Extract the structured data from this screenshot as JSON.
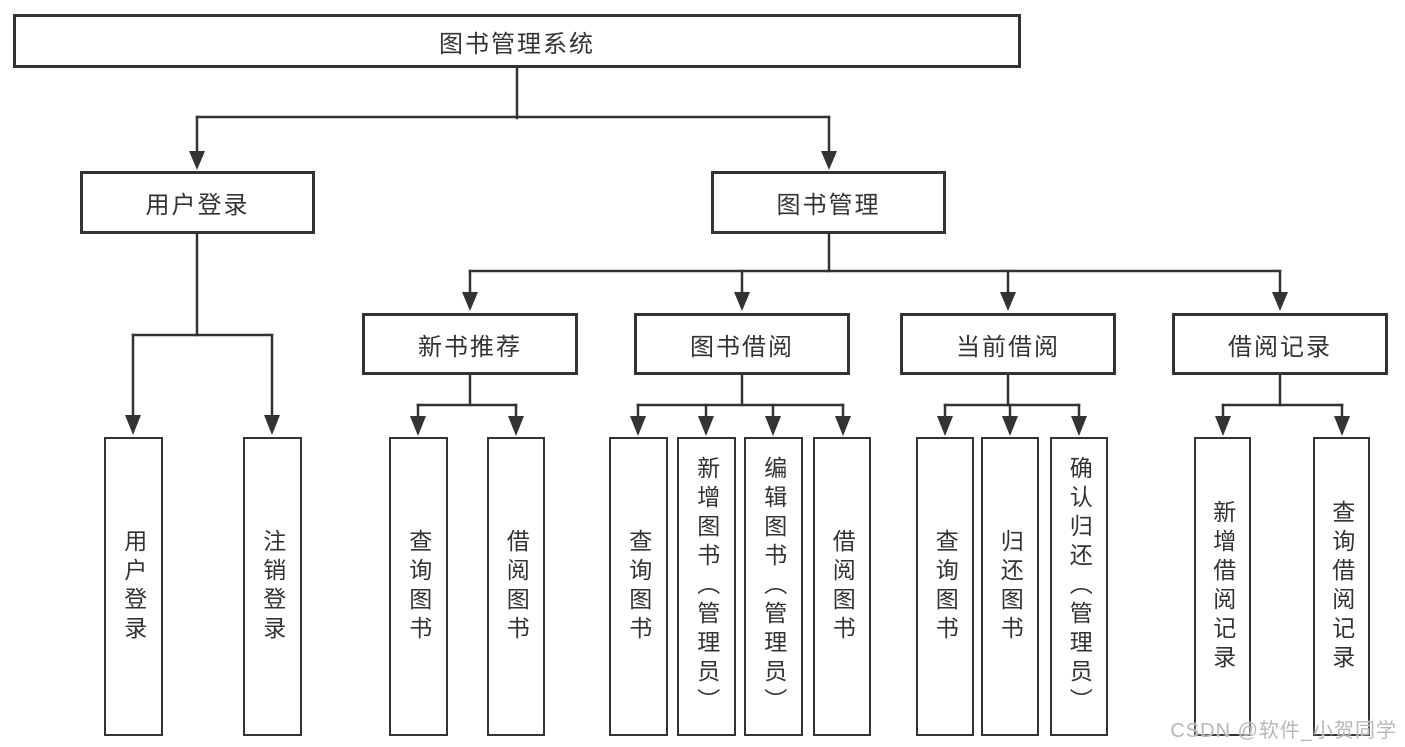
{
  "nodes": {
    "root": "图书管理系统",
    "user_login_group": "用户登录",
    "book_management": "图书管理",
    "new_book_recommend": "新书推荐",
    "book_borrowing": "图书借阅",
    "current_borrowing": "当前借阅",
    "borrowing_records": "借阅记录",
    "user_login": "用户登录",
    "logout_login": "注销登录",
    "rec_query_books": "查询图书",
    "rec_borrow_books": "借阅图书",
    "bb_query_books": "查询图书",
    "bb_add_books": "新增图书（管理员）",
    "bb_edit_books": "编辑图书（管理员）",
    "bb_borrow_books": "借阅图书",
    "cb_query_books": "查询图书",
    "cb_return_books": "归还图书",
    "cb_confirm_return": "确认归还（管理员）",
    "br_add_record": "新增借阅记录",
    "br_query_record": "查询借阅记录"
  },
  "watermark": "CSDN @软件_小贺同学",
  "colors": {
    "line": "#333333",
    "text": "#333333",
    "box_background": "#ffffff",
    "watermark": "#b8b8b8",
    "background": "#ffffff"
  }
}
